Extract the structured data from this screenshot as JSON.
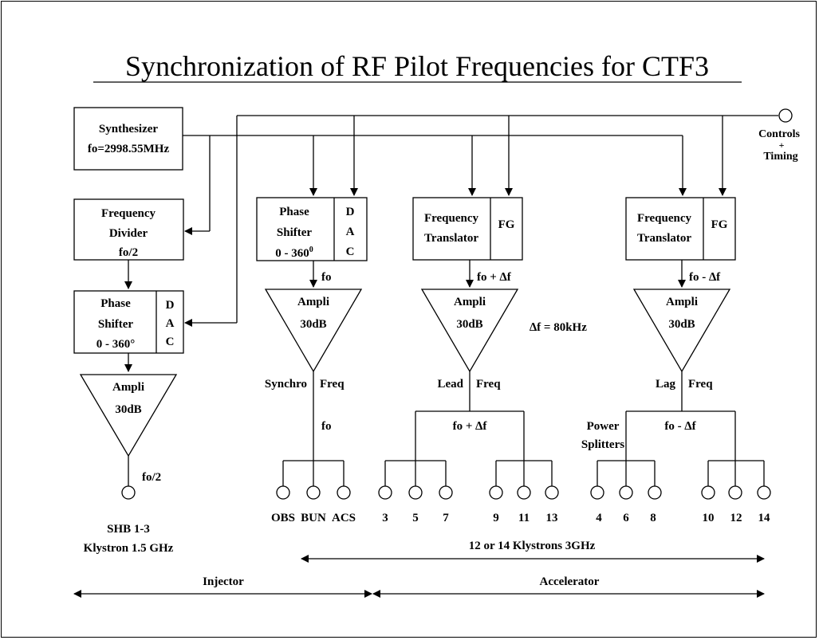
{
  "title": "Synchronization of RF Pilot Frequencies for CTF3",
  "synth": {
    "l1": "Synthesizer",
    "l2": "fo=2998.55MHz"
  },
  "controls": {
    "l1": "Controls",
    "l2": "+",
    "l3": "Timing"
  },
  "divider": {
    "l1": "Frequency",
    "l2": "Divider",
    "l3": "fo/2"
  },
  "ps": {
    "l1": "Phase",
    "l2": "Shifter",
    "l3_deg": "0 - 360°",
    "l3_base": "0 - 360",
    "l3_sup": "0"
  },
  "dac": {
    "d": "D",
    "a": "A",
    "c": "C"
  },
  "ft": {
    "l1": "Frequency",
    "l2": "Translator",
    "fg": "FG"
  },
  "amp": {
    "l1": "Ampli",
    "l2": "30dB"
  },
  "sig": {
    "fo": "fo",
    "fo_half": "fo/2",
    "fo_plus": "fo + ∆f",
    "fo_minus": "fo - ∆f",
    "delta": "∆f = 80kHz"
  },
  "branch": {
    "synchro": "Synchro",
    "lead": "Lead",
    "lag": "Lag",
    "freq": "Freq",
    "power1": "Power",
    "power2": "Splitters"
  },
  "outputs": {
    "injector": [
      "OBS",
      "BUN",
      "ACS"
    ],
    "lead_a": [
      "3",
      "5",
      "7"
    ],
    "lead_b": [
      "9",
      "11",
      "13"
    ],
    "lag_a": [
      "4",
      "6",
      "8"
    ],
    "lag_b": [
      "10",
      "12",
      "14"
    ]
  },
  "shb": {
    "l1": "SHB 1-3",
    "l2": "Klystron 1.5 GHz"
  },
  "span": {
    "klystrons": "12 or 14 Klystrons 3GHz",
    "injector": "Injector",
    "accelerator": "Accelerator"
  }
}
